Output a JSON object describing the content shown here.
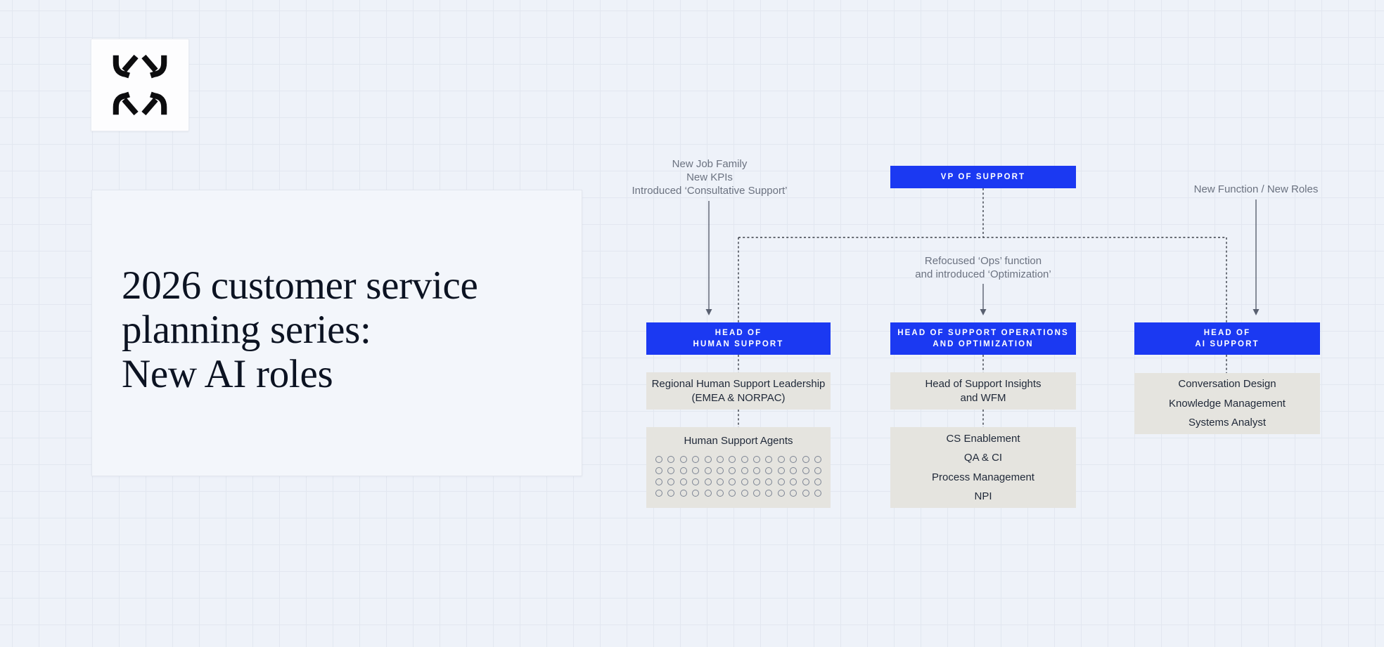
{
  "colors": {
    "background": "#eef2f9",
    "grid_line": "#e2e7f0",
    "panel": "#f3f6fb",
    "accent_blue": "#1b39f2",
    "box_gray": "#e5e4df",
    "title_text": "#0c1322",
    "annotation_text": "#6b7280",
    "box_text_dark": "#1f2838",
    "connector_dark": "#383d46",
    "logo_black": "#0d0d0f"
  },
  "logo": {
    "name": "converging-arrows-mark"
  },
  "hero": {
    "title_lines": [
      "2026 customer service",
      "planning series:",
      "New AI roles"
    ]
  },
  "org_chart": {
    "annotations": {
      "left": {
        "lines": [
          "New Job Family",
          "New KPIs",
          "Introduced ‘Consultative Support’"
        ]
      },
      "middle": {
        "lines": [
          "Refocused ‘Ops’ function",
          "and introduced ‘Optimization’"
        ]
      },
      "right": {
        "lines": [
          "New Function / New Roles"
        ]
      }
    },
    "root": {
      "label": "VP OF SUPPORT"
    },
    "branches": [
      {
        "head": {
          "lines": [
            "HEAD OF",
            "HUMAN SUPPORT"
          ]
        },
        "children": [
          {
            "lines": [
              "Regional Human Support Leadership",
              "(EMEA & NORPAC)"
            ]
          },
          {
            "title": "Human Support Agents",
            "dot_grid": {
              "rows": 4,
              "cols": 14
            }
          }
        ]
      },
      {
        "head": {
          "lines": [
            "HEAD OF SUPPORT OPERATIONS",
            "AND OPTIMIZATION"
          ]
        },
        "children": [
          {
            "lines": [
              "Head of Support Insights",
              "and WFM"
            ]
          },
          {
            "lines": [
              "CS Enablement",
              "QA & CI",
              "Process Management",
              "NPI"
            ]
          }
        ]
      },
      {
        "head": {
          "lines": [
            "HEAD OF",
            "AI SUPPORT"
          ]
        },
        "children": [
          {
            "lines": [
              "Conversation Design",
              "Knowledge Management",
              "Systems Analyst"
            ]
          }
        ]
      }
    ]
  }
}
